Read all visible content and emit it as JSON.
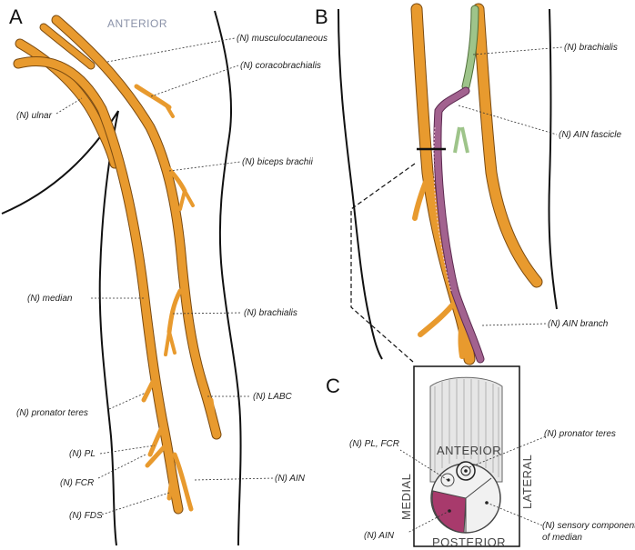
{
  "panels": {
    "a": "A",
    "b": "B",
    "c": "C"
  },
  "panel_a": {
    "orientation": "ANTERIOR",
    "labels": {
      "musculocutaneous": "(N) musculocutaneous",
      "coracobrachialis": "(N) coracobrachialis",
      "ulnar": "(N) ulnar",
      "biceps_brachii": "(N) biceps brachii",
      "median": "(N) median",
      "brachialis": "(N) brachialis",
      "pronator_teres": "(N) pronator teres",
      "labc": "(N) LABC",
      "pl": "(N) PL",
      "fcr": "(N) FCR",
      "ain": "(N) AIN",
      "fds": "(N) FDS"
    }
  },
  "panel_b": {
    "labels": {
      "brachialis": "(N) brachialis",
      "ain_fascicle": "(N) AIN fascicle",
      "ain_branch": "(N) AIN branch"
    }
  },
  "panel_c": {
    "orientation": {
      "anterior": "ANTERIOR",
      "posterior": "POSTERIOR",
      "medial": "MEDIAL",
      "lateral": "LATERAL"
    },
    "labels": {
      "pl_fcr": "(N) PL, FCR",
      "pronator_teres": "(N) pronator teres",
      "ain": "(N) AIN",
      "sensory_line1": "(N) sensory component",
      "sensory_line2": "of median"
    }
  },
  "colors": {
    "nerve": "#e89a2e",
    "ain_fascicle": "#9ec48a",
    "ain_branch": "#a2628f",
    "cross_section_ain": "#a83a6c",
    "skin": "#111111"
  }
}
